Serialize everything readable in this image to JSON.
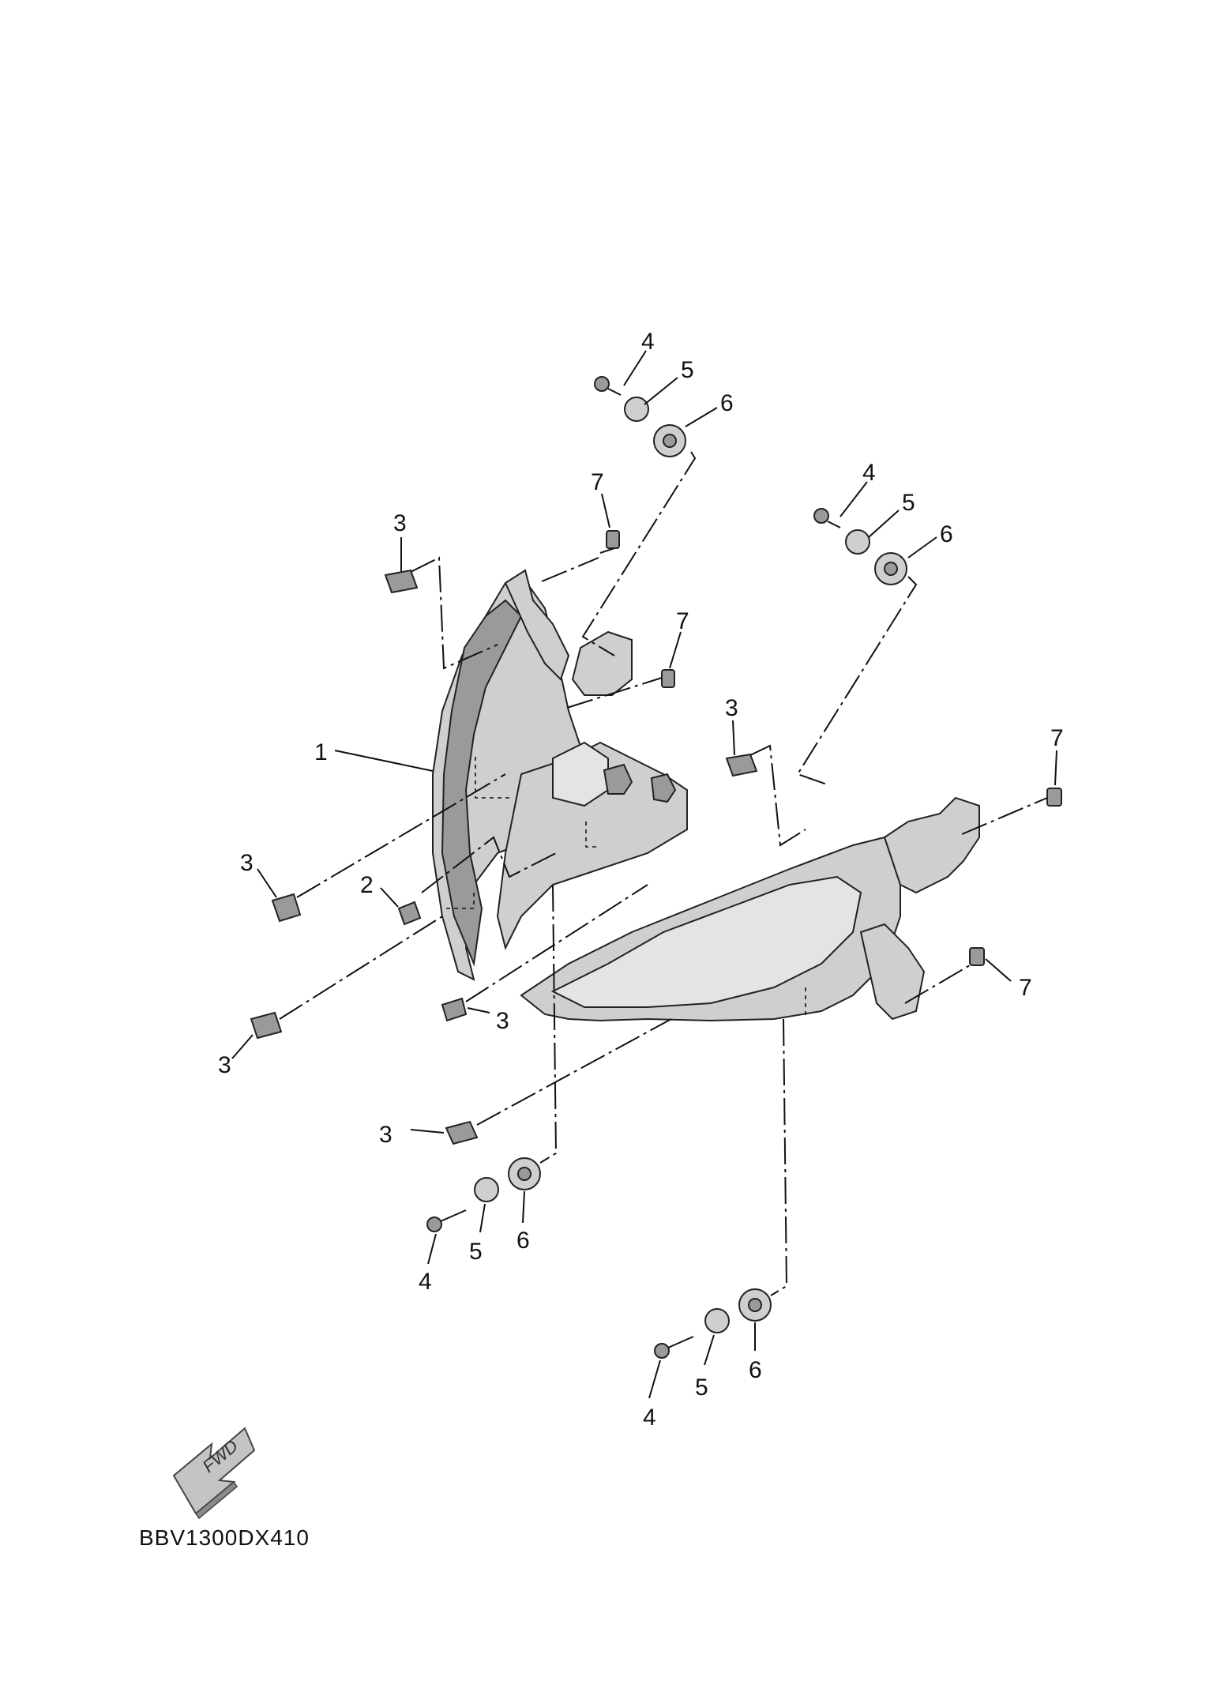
{
  "diagram": {
    "code": "BBV1300DX410",
    "fwd_label": "FWD",
    "callouts": {
      "c1": "1",
      "c2": "2",
      "c3": "3",
      "c4": "4",
      "c5": "5",
      "c6": "6",
      "c7": "7"
    },
    "colors": {
      "ink": "#111111",
      "part_fill": "#cfcfcf",
      "part_dark": "#9a9a9a"
    }
  }
}
